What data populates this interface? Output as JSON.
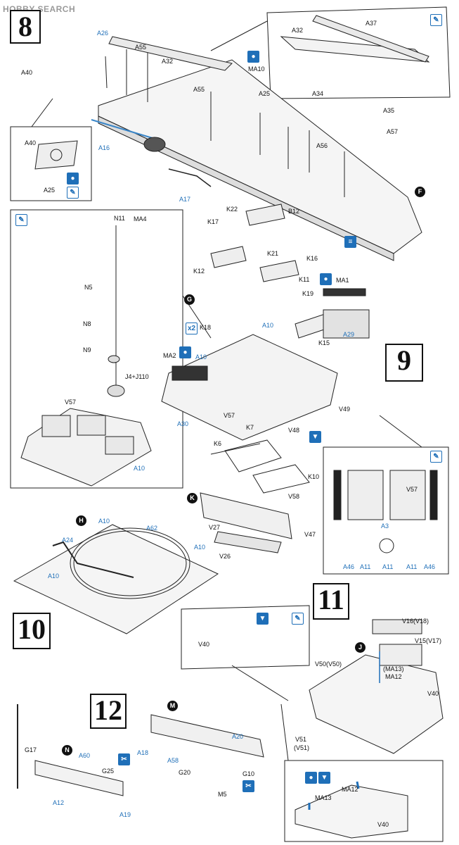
{
  "logo": {
    "text": "HOBBY SEARCH"
  },
  "steps": {
    "s8": "8",
    "s9": "9",
    "s10": "10",
    "s11": "11",
    "s12": "12"
  },
  "sub": {
    "F": "F",
    "G": "G",
    "H": "H",
    "J": "J",
    "K": "K",
    "M": "M",
    "N": "N"
  },
  "icons": {
    "x2": "x2"
  },
  "labels": {
    "step8": [
      "A26",
      "A32",
      "A55",
      "A37",
      "A32",
      "A40",
      "MA10",
      "A25",
      "A34",
      "A55",
      "A35",
      "A57",
      "A40",
      "A16",
      "A56",
      "A17",
      "B12",
      "A25"
    ],
    "step9": [
      "K22",
      "K17",
      "K21",
      "K16",
      "K12",
      "MA1",
      "K11",
      "N11",
      "MA4",
      "K19",
      "N5",
      "K18",
      "A10",
      "K15",
      "A29",
      "N8",
      "MA2",
      "A10",
      "N9",
      "J4+J110",
      "V57",
      "V57",
      "V49",
      "A30",
      "V48",
      "K7",
      "K6",
      "K10",
      "V57",
      "A10",
      "A3",
      "A46",
      "A11",
      "A11",
      "A11",
      "A46"
    ],
    "step10": [
      "V58",
      "A10",
      "A62",
      "A24",
      "V27",
      "V47",
      "A10",
      "V26",
      "A10"
    ],
    "step11": [
      "V16(V18)",
      "V15(V17)",
      "V40",
      "(MA13)",
      "MA12",
      "V50(V50)",
      "V40",
      "V51",
      "(V51)"
    ],
    "step12": [
      "A20",
      "G17",
      "A58",
      "A60",
      "A18",
      "G25",
      "G20",
      "G10",
      "A12",
      "M5",
      "A19",
      "MA12",
      "MA13",
      "V40"
    ]
  },
  "colors": {
    "accent_blue": "#1f6fb8",
    "line": "#222222"
  }
}
